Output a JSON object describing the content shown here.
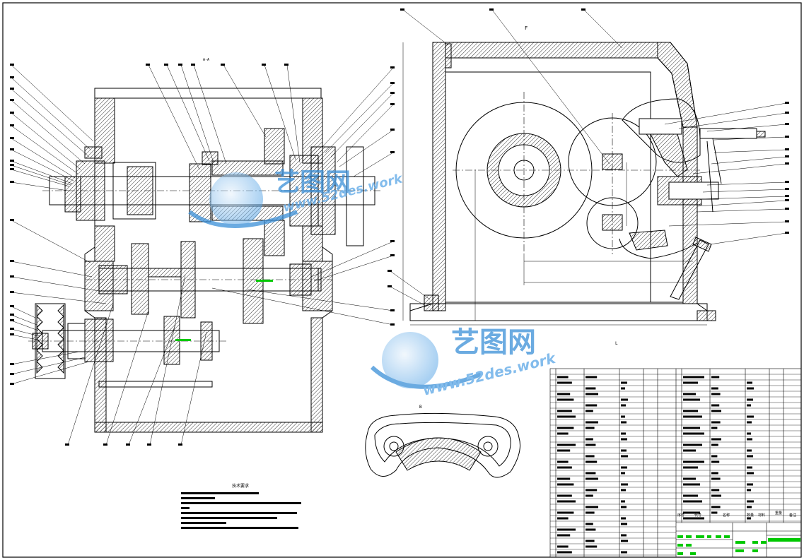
{
  "watermarks": [
    {
      "cn": "艺图网",
      "url": "www.52des.work"
    },
    {
      "cn": "艺图网",
      "url": "www.52des.work"
    }
  ],
  "labels": {
    "section_top": "A-A",
    "view_right": "F",
    "tech_title": "技术要求",
    "detail_label": "B",
    "scale_mark": "L"
  },
  "title_block": {
    "header_cols": [
      "序号",
      "代号",
      "名称",
      "数量",
      "材料",
      "重量",
      "备注"
    ]
  },
  "colors": {
    "line": "#000000",
    "hatch": "#000000",
    "watermark_blue": "#3a8fd8",
    "watermark_light": "#a9cdef",
    "green": "#00c800"
  }
}
